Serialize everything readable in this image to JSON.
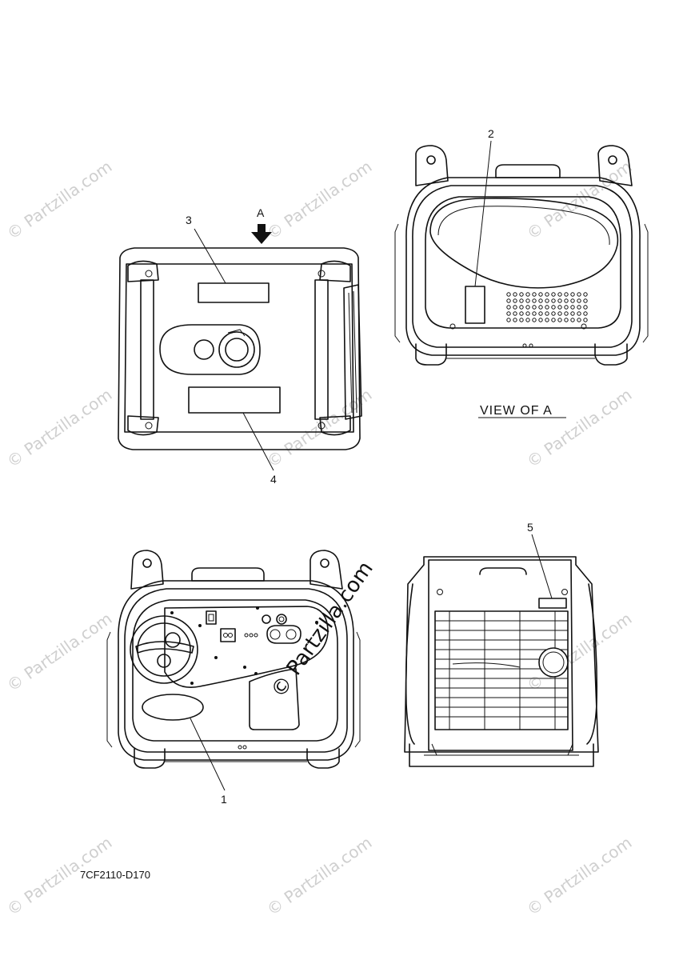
{
  "callouts": {
    "c1": "1",
    "c2": "2",
    "c3": "3",
    "c4": "4",
    "c5": "5"
  },
  "arrow_label": "A",
  "view_caption": "VIEW OF A",
  "drawing_code": "7CF2110-D170",
  "watermark": "© Partzilla.com"
}
